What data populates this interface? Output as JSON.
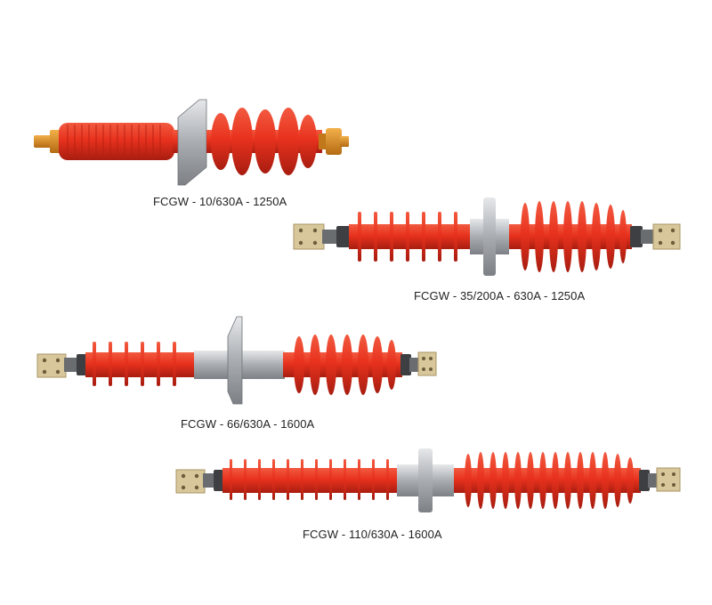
{
  "products": [
    {
      "caption": "FCGW - 10/630A - 1250A"
    },
    {
      "caption": "FCGW - 35/200A - 630A - 1250A"
    },
    {
      "caption": "FCGW - 66/630A - 1600A"
    },
    {
      "caption": "FCGW - 110/630A - 1600A"
    }
  ],
  "colors": {
    "insulator_red": "#e8321e",
    "insulator_dark": "#b51f10",
    "metal": "#b9bcc0",
    "terminal": "#d8c79a",
    "brass": "#d98a1c",
    "background": "#ffffff"
  }
}
